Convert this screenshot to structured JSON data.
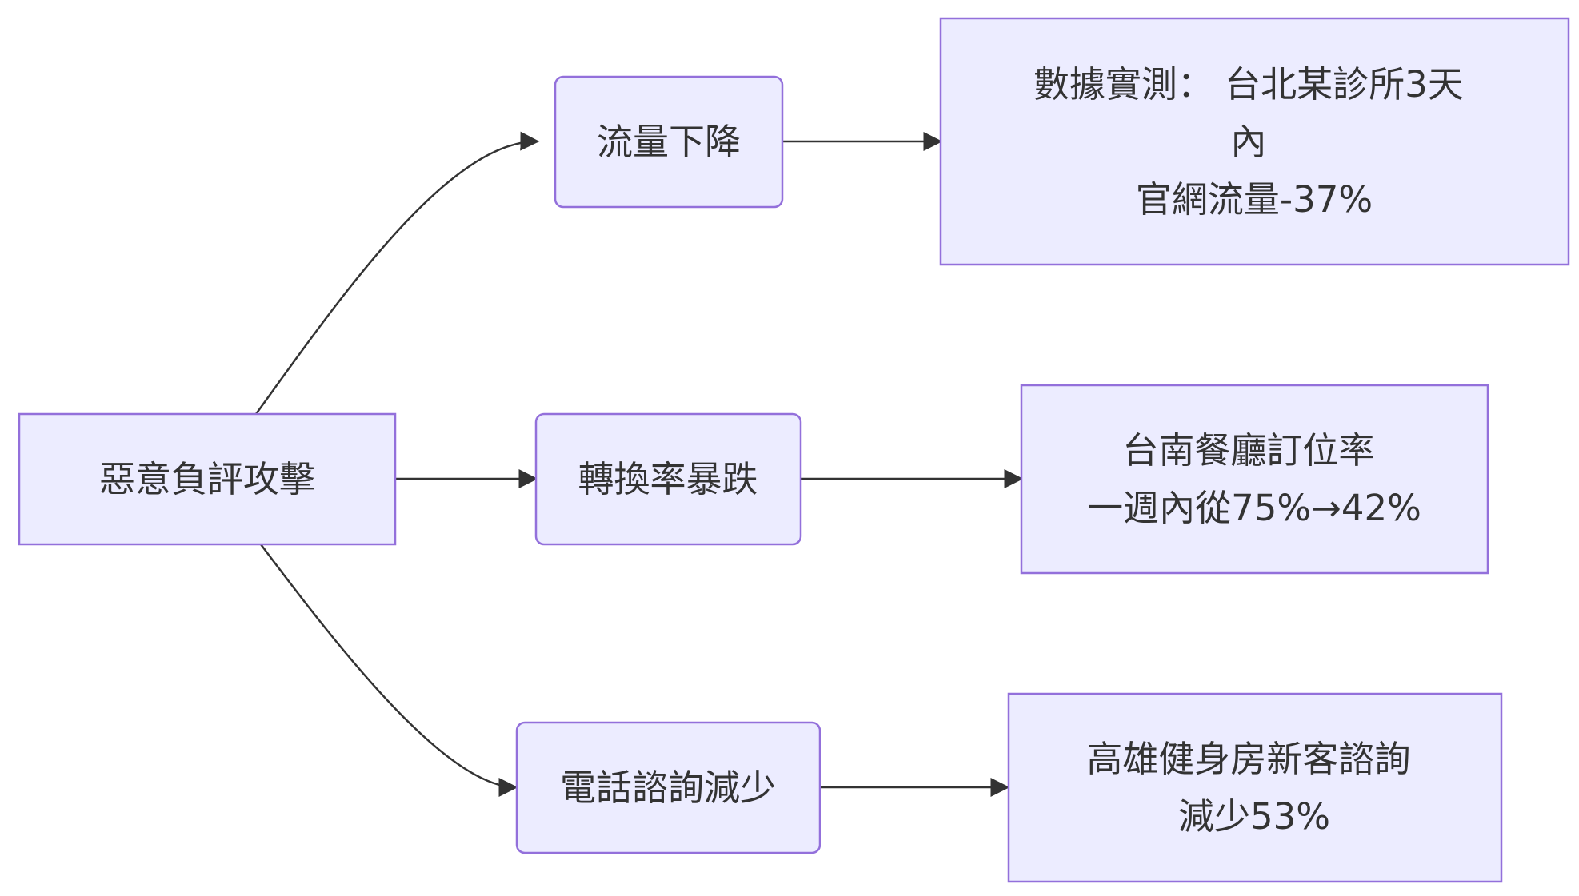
{
  "nodes": {
    "root": {
      "lines": [
        "惡意負評攻擊"
      ]
    },
    "traffic": {
      "lines": [
        "流量下降"
      ]
    },
    "conversion": {
      "lines": [
        "轉換率暴跌"
      ]
    },
    "phone": {
      "lines": [
        "電話諮詢減少"
      ]
    },
    "traffic_detail": {
      "lines": [
        "數據實測： 台北某診所3天",
        "內",
        "官網流量-37%"
      ]
    },
    "conversion_detail": {
      "lines": [
        "台南餐廳訂位率",
        "一週內從75%→42%"
      ]
    },
    "phone_detail": {
      "lines": [
        "高雄健身房新客諮詢",
        "減少53%"
      ]
    }
  },
  "colors": {
    "node_fill": "#ECECFF",
    "node_stroke": "#9370DB",
    "edge": "#333333",
    "text": "#333333"
  }
}
